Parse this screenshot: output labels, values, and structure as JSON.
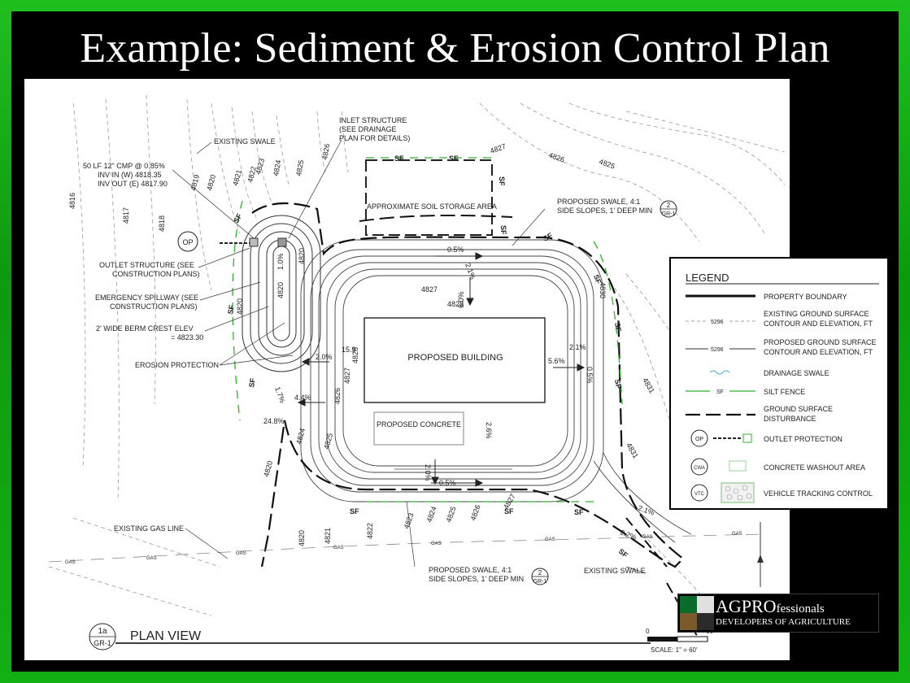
{
  "slide": {
    "title": "Example: Sediment & Erosion Control Plan"
  },
  "plan": {
    "callouts": {
      "existing_swale_top": "EXISTING SWALE",
      "inlet_1": "INLET STRUCTURE",
      "inlet_2": "(SEE DRAINAGE",
      "inlet_3": "PLAN FOR DETAILS)",
      "pipe_1": "50 LF 12\" CMP @ 0.85%",
      "pipe_2": "INV IN  (W) 4818.35",
      "pipe_3": "INV OUT (E) 4817.90",
      "soil_storage": "APPROXIMATE SOIL STORAGE AREA",
      "swale_top_1": "PROPOSED SWALE, 4:1",
      "swale_top_2": "SIDE SLOPES, 1' DEEP MIN",
      "outlet_1": "OUTLET STRUCTURE (SEE",
      "outlet_2": "CONSTRUCTION PLANS)",
      "spillway_1": "EMERGENCY SPILLWAY (SEE",
      "spillway_2": "CONSTRUCTION PLANS)",
      "berm_1": "2' WIDE BERM CREST ELEV",
      "berm_2": "= 4823.30",
      "erosion": "EROSION PROTECTION",
      "building": "PROPOSED BUILDING",
      "concrete": "PROPOSED CONCRETE",
      "gas_line": "EXISTING GAS LINE",
      "swale_bot_1": "PROPOSED SWALE, 4:1",
      "swale_bot_2": "SIDE SLOPES, 1' DEEP MIN",
      "existing_swale_bot": "EXISTING SWALE",
      "view_title": "PLAN VIEW",
      "scale": "SCALE: 1\" = 60'"
    },
    "tags": {
      "op": "OP",
      "detail_num": "2",
      "detail_sheet": "GR-1",
      "plan_num": "1a",
      "plan_sheet": "GR-1"
    },
    "scale_bar": {
      "zero": "0",
      "sixty": "60"
    },
    "silt_fence_label": "SF",
    "gas_label": "GAS",
    "contours": [
      "4816",
      "4817",
      "4818",
      "4819",
      "4820",
      "4821",
      "4822",
      "4823",
      "4824",
      "4825",
      "4826",
      "4827",
      "4828",
      "4830",
      "4831"
    ],
    "slopes": [
      "0.5%",
      "2.1%",
      "1.0%",
      "6.0%",
      "2.0%",
      "15.9",
      "5.6%",
      "2.1%",
      "0.5%",
      "1.7%",
      "4.4%",
      "24.8%",
      "2.6%",
      "2.0%",
      "0.5%",
      "2.1%",
      "2.2%"
    ]
  },
  "legend": {
    "title": "LEGEND",
    "items": [
      {
        "label1": "PROPERTY BOUNDARY",
        "label2": ""
      },
      {
        "label1": "EXISTING GROUND SURFACE",
        "label2": "CONTOUR AND ELEVATION, FT",
        "code": "5296"
      },
      {
        "label1": "PROPOSED GROUND SURFACE",
        "label2": "CONTOUR AND ELEVATION, FT",
        "code": "5296"
      },
      {
        "label1": "DRAINAGE SWALE",
        "label2": ""
      },
      {
        "label1": "SILT FENCE",
        "label2": "",
        "code": "SF"
      },
      {
        "label1": "GROUND SURFACE",
        "label2": "DISTURBANCE"
      },
      {
        "label1": "OUTLET PROTECTION",
        "label2": "",
        "code": "OP"
      },
      {
        "label1": "CONCRETE WASHOUT AREA",
        "label2": "",
        "code": "CWA"
      },
      {
        "label1": "VEHICLE TRACKING CONTROL",
        "label2": "",
        "code": "VTC"
      }
    ]
  },
  "logo": {
    "brand_caps": "AGPRO",
    "brand_rest": "fessionals",
    "tagline": "DEVELOPERS OF AGRICULTURE",
    "colors": [
      "#0a6b2a",
      "#7a5a2a",
      "#d9d9d9",
      "#000000"
    ]
  },
  "colors": {
    "frame_green": "#15b015",
    "silt_fence": "#2bb52b"
  }
}
